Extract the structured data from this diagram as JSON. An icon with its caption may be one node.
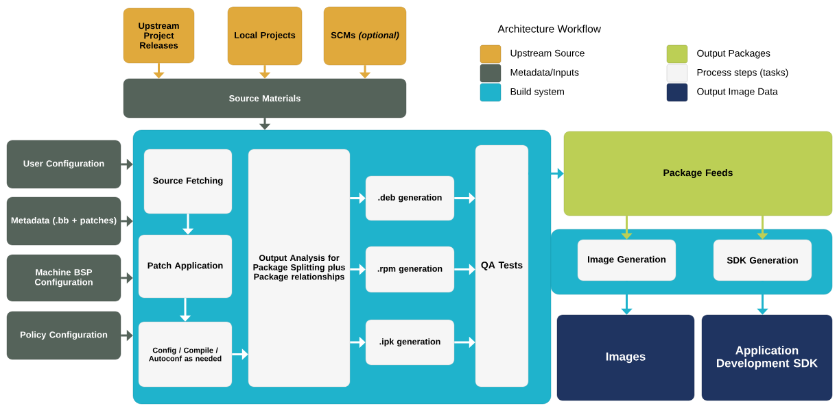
{
  "diagram": {
    "title": "Architecture Workflow",
    "nodes": [
      {
        "text": [
          "Upstream Project Releases"
        ]
      },
      {
        "text": [
          "Local Projects"
        ]
      },
      {
        "text": [
          "SCMs *(optional)*"
        ]
      },
      {
        "text": [
          "Source Materials"
        ]
      },
      {
        "text": [
          "User Configuration"
        ]
      },
      {
        "text": [
          "Metadata (.bb + patches)"
        ]
      },
      {
        "text": [
          "Machine BSP Configuration"
        ]
      },
      {
        "text": [
          "Policy Configuration"
        ]
      },
      {
        "text": [],
        "shape": "box"
      },
      {
        "text": [
          "Source Fetching"
        ],
        "in": 8
      },
      {
        "text": [
          "Patch Application"
        ],
        "in": 8
      },
      {
        "text": [
          "Config / Compile / Autoconf as needed"
        ],
        "in": 8
      },
      {
        "text": [
          "Output Analysis for Package Splitting plus Package relationships"
        ],
        "in": 8
      },
      {
        "text": [
          ".deb generation"
        ],
        "in": 8
      },
      {
        "text": [
          ".rpm generation"
        ],
        "in": 8
      },
      {
        "text": [
          ".ipk generation"
        ],
        "in": 8
      },
      {
        "text": [
          "QA Tests"
        ],
        "in": 8
      },
      {
        "text": [
          "Package Feeds"
        ]
      },
      {
        "text": [],
        "shape": "box"
      },
      {
        "text": [
          "Image Generation"
        ],
        "in": 18
      },
      {
        "text": [
          "SDK Generation"
        ],
        "in": 18
      },
      {
        "text": [
          "Images"
        ]
      },
      {
        "text": [
          "Application Development SDK"
        ]
      }
    ],
    "edges": [
      {
        "from": 0,
        "to": 3,
        "arrow": "to",
        "color": "#e0a93c"
      },
      {
        "from": 1,
        "to": 3,
        "arrow": "to",
        "color": "#e0a93c"
      },
      {
        "from": 2,
        "to": 3,
        "arrow": "to",
        "color": "#e0a93c"
      },
      {
        "from": 3,
        "to": 8,
        "arrow": "to",
        "color": "#55635a"
      },
      {
        "from": 4,
        "to": 8,
        "arrow": "to",
        "color": "#55635a"
      },
      {
        "from": 5,
        "to": 8,
        "arrow": "to",
        "color": "#55635a"
      },
      {
        "from": 6,
        "to": 8,
        "arrow": "to",
        "color": "#55635a"
      },
      {
        "from": 7,
        "to": 8,
        "arrow": "to",
        "color": "#55635a"
      },
      {
        "from": 9,
        "to": 10,
        "arrow": "to"
      },
      {
        "from": 10,
        "to": 11,
        "arrow": "to"
      },
      {
        "from": 11,
        "to": 12,
        "arrow": "to"
      },
      {
        "from": 12,
        "to": 13,
        "arrow": "to"
      },
      {
        "from": 12,
        "to": 14,
        "arrow": "to"
      },
      {
        "from": 12,
        "to": 15,
        "arrow": "to"
      },
      {
        "from": 13,
        "to": 16,
        "arrow": "to"
      },
      {
        "from": 14,
        "to": 16,
        "arrow": "to"
      },
      {
        "from": 15,
        "to": 16,
        "arrow": "to"
      },
      {
        "from": 16,
        "to": 17,
        "arrow": "to",
        "color": "#1fb3cc"
      },
      {
        "from": 17,
        "to": 19,
        "arrow": "to",
        "color": "#bccf55"
      },
      {
        "from": 17,
        "to": 20,
        "arrow": "to",
        "color": "#bccf55"
      },
      {
        "from": 19,
        "to": 21,
        "arrow": "to",
        "color": "#1fb3cc"
      },
      {
        "from": 20,
        "to": 22,
        "arrow": "to",
        "color": "#1fb3cc"
      }
    ],
    "legend": [
      {
        "text": "Upstream Source",
        "color": "#e0a93c"
      },
      {
        "text": "Metadata/Inputs",
        "color": "#55635a"
      },
      {
        "text": "Build system",
        "color": "#1fb3cc"
      },
      {
        "text": "Output Packages",
        "color": "#bccf55"
      },
      {
        "text": "Process steps (tasks)",
        "color": "#f4f4f4"
      },
      {
        "text": "Output Image Data",
        "color": "#1f3461"
      }
    ]
  }
}
